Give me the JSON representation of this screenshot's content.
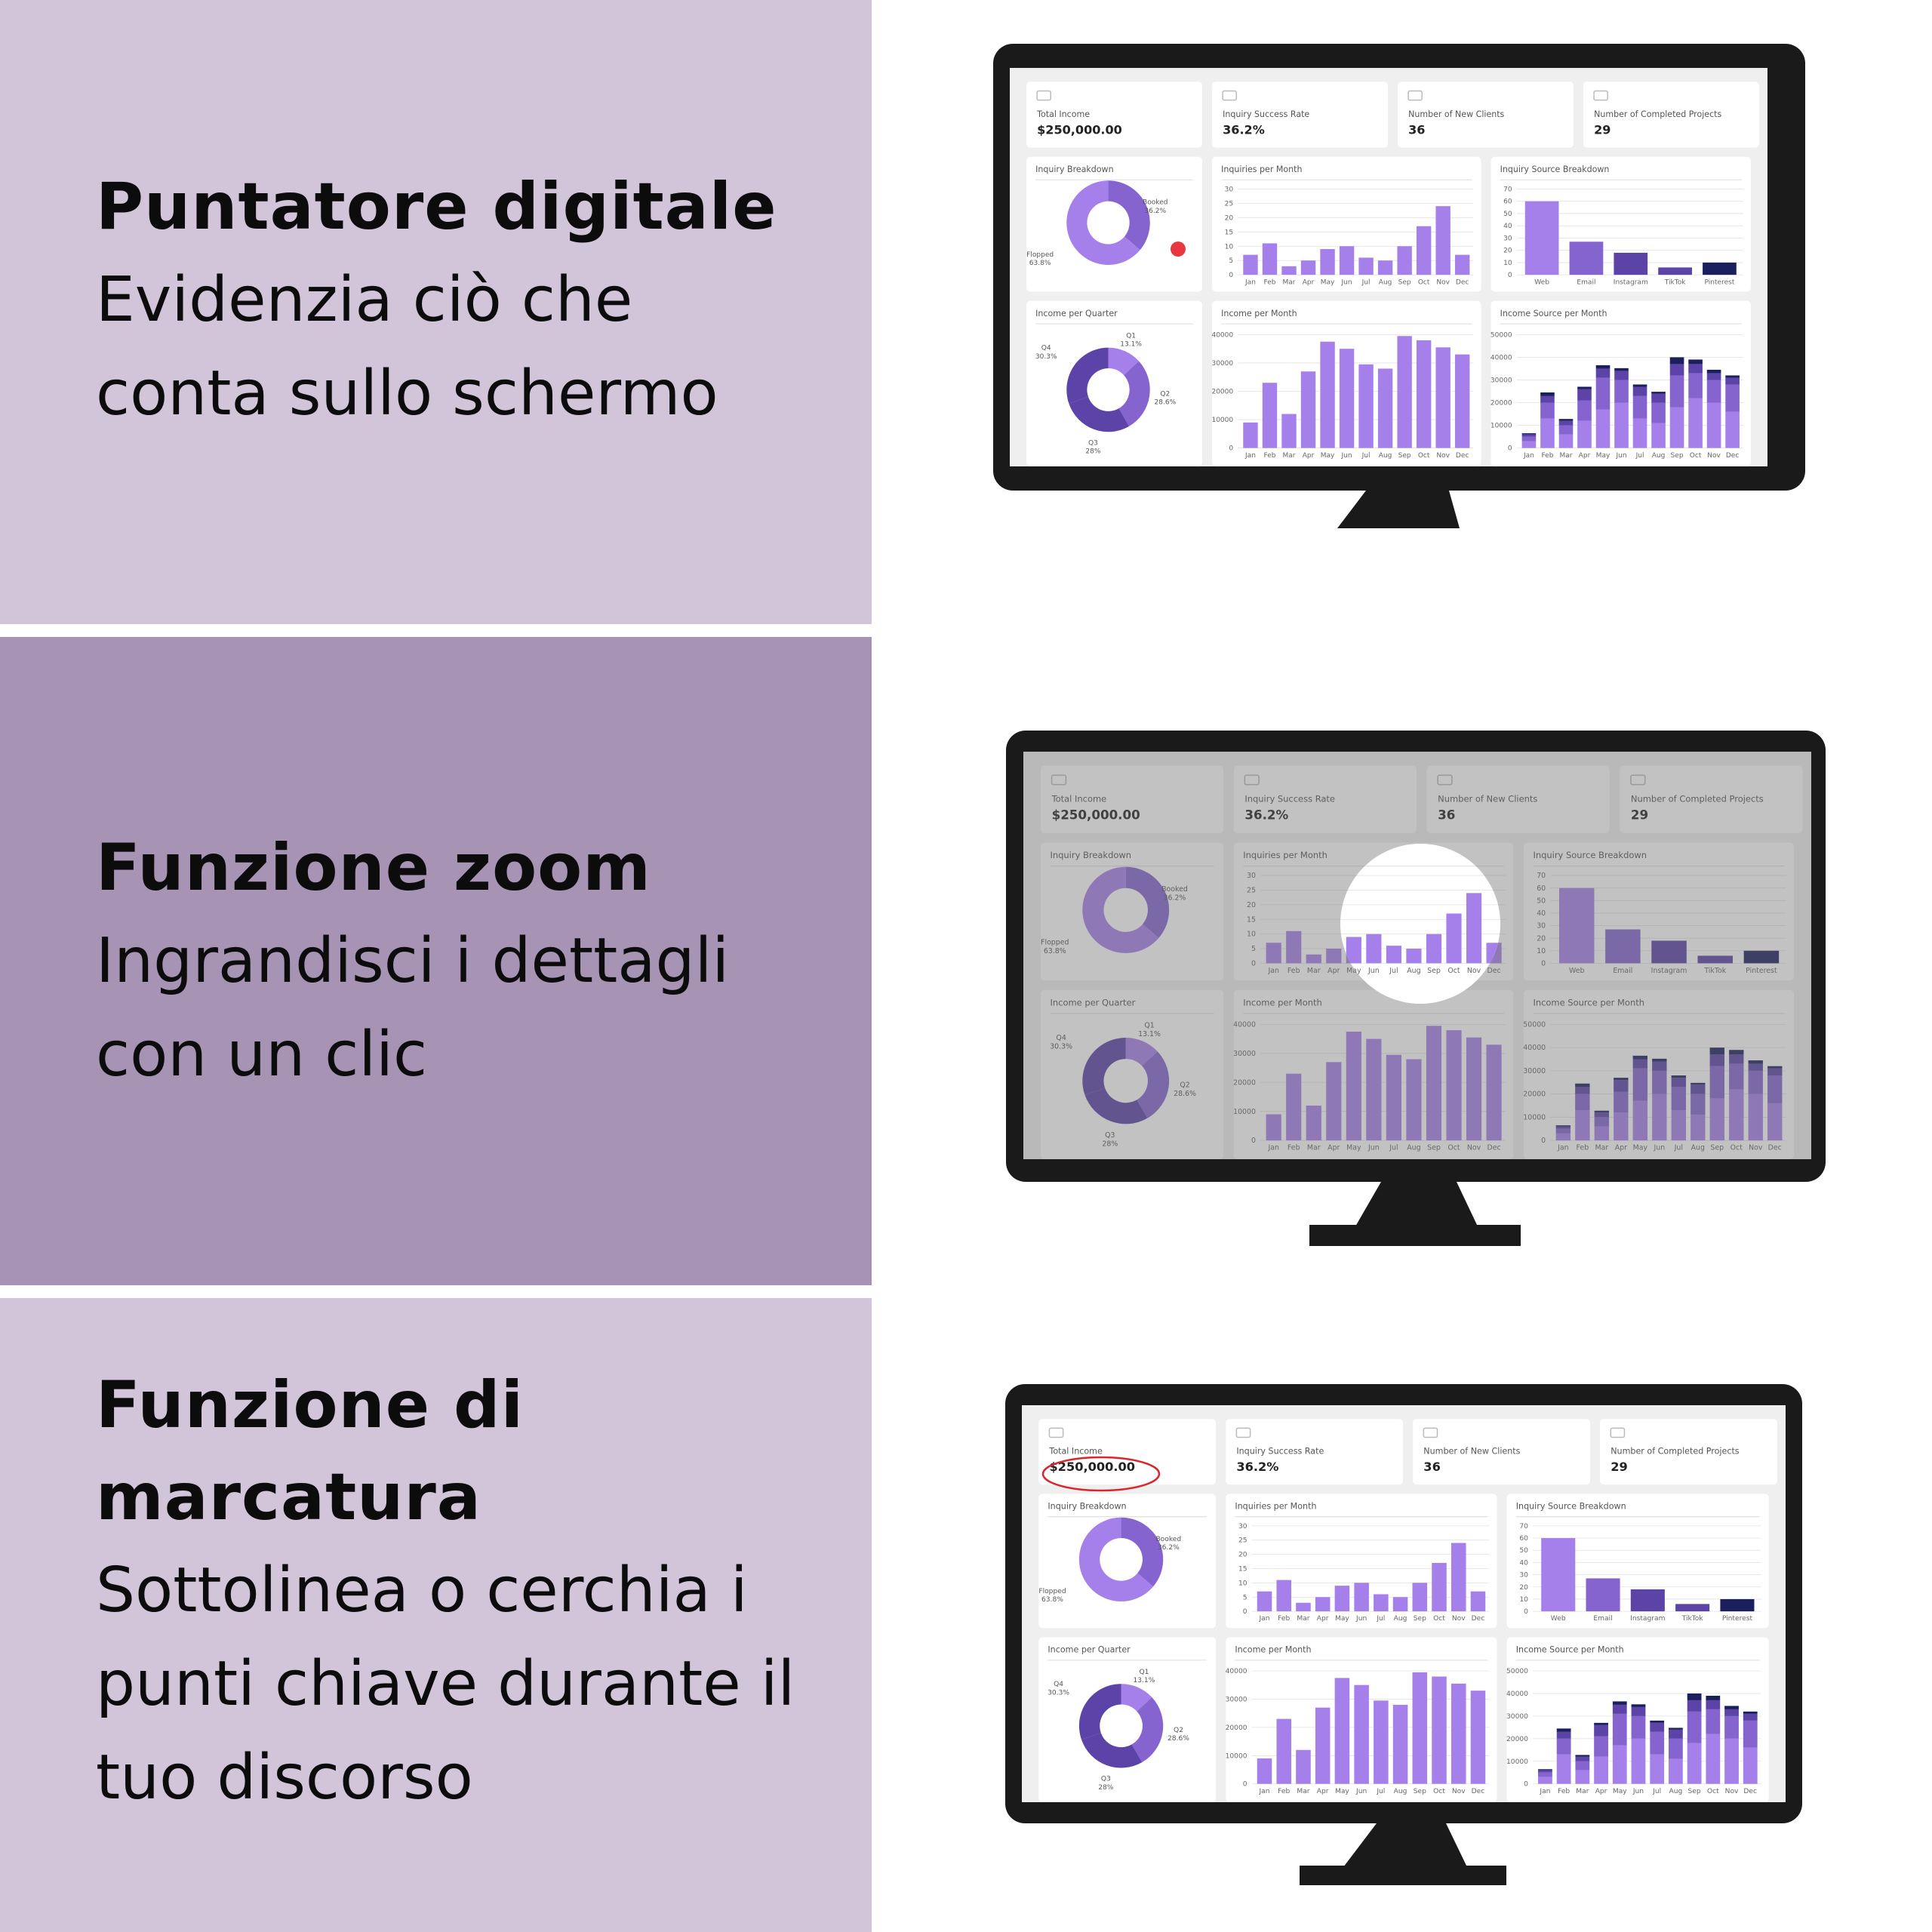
{
  "colors": {
    "panel_light": "#d2c4d9",
    "panel_dark": "#a793b4",
    "frame": "#1a1a1a",
    "screen": "#efefef",
    "card": "#ffffff",
    "bar_light": "#a580ea",
    "bar_mid": "#8664d0",
    "bar_dark": "#5b43a8",
    "bar_navy": "#1b1f5e",
    "pointer_dot": "#e8373f",
    "marker": "#d9262e"
  },
  "sections": [
    {
      "title_lines": [
        "Puntatore digitale"
      ],
      "subtitle_lines": [
        "Evidenzia ciò che",
        "conta sullo schermo"
      ]
    },
    {
      "title_lines": [
        "Funzione zoom"
      ],
      "subtitle_lines": [
        "Ingrandisci i dettagli",
        "con un clic"
      ]
    },
    {
      "title_lines": [
        "Funzione di",
        "marcatura"
      ],
      "subtitle_lines": [
        "Sottolinea o cerchia i",
        "punti chiave durante il",
        "tuo discorso"
      ]
    }
  ],
  "dashboard": {
    "kpis": [
      {
        "label": "Total Income",
        "value": "$250,000.00",
        "icon": "money-icon"
      },
      {
        "label": "Inquiry Success Rate",
        "value": "36.2%",
        "icon": "chart-up-icon"
      },
      {
        "label": "Number of New Clients",
        "value": "36",
        "icon": "user-icon"
      },
      {
        "label": "Number of Completed Projects",
        "value": "29",
        "icon": "checkbox-icon"
      }
    ],
    "months": [
      "Jan",
      "Feb",
      "Mar",
      "Apr",
      "May",
      "Jun",
      "Jul",
      "Aug",
      "Sep",
      "Oct",
      "Nov",
      "Dec"
    ],
    "inquiry_breakdown": {
      "title": "Inquiry Breakdown",
      "labels": [
        {
          "name": "Booked",
          "value": "36.2%"
        },
        {
          "name": "Flopped",
          "value": "63.8%"
        }
      ]
    },
    "inquiries_per_month": {
      "title": "Inquiries per Month",
      "yticks": [
        "30",
        "25",
        "20",
        "15",
        "10",
        "5",
        "0"
      ]
    },
    "inquiry_source": {
      "title": "Inquiry Source Breakdown",
      "yticks": [
        "70",
        "60",
        "50",
        "40",
        "30",
        "20",
        "10",
        "0"
      ],
      "categories": [
        "Web",
        "Email",
        "Instagram",
        "TikTok",
        "Pinterest"
      ]
    },
    "income_per_quarter": {
      "title": "Income per Quarter",
      "labels": [
        {
          "name": "Q1",
          "value": "13.1%"
        },
        {
          "name": "Q2",
          "value": "28.6%"
        },
        {
          "name": "Q3",
          "value": "28%"
        },
        {
          "name": "Q4",
          "value": "30.3%"
        }
      ]
    },
    "income_per_month": {
      "title": "Income per Month",
      "yticks": [
        "40000",
        "30000",
        "20000",
        "10000",
        "0"
      ]
    },
    "income_source": {
      "title": "Income Source per Month",
      "yticks": [
        "50000",
        "40000",
        "30000",
        "20000",
        "10000",
        "0"
      ]
    }
  },
  "chart_data": [
    {
      "type": "pie",
      "title": "Inquiry Breakdown",
      "categories": [
        "Booked",
        "Flopped"
      ],
      "values": [
        36.2,
        63.8
      ]
    },
    {
      "type": "bar",
      "title": "Inquiries per Month",
      "categories": [
        "Jan",
        "Feb",
        "Mar",
        "Apr",
        "May",
        "Jun",
        "Jul",
        "Aug",
        "Sep",
        "Oct",
        "Nov",
        "Dec"
      ],
      "values": [
        7,
        11,
        3,
        5,
        9,
        10,
        6,
        5,
        10,
        17,
        24,
        7
      ],
      "ylim": [
        0,
        30
      ]
    },
    {
      "type": "bar",
      "title": "Inquiry Source Breakdown",
      "categories": [
        "Web",
        "Email",
        "Instagram",
        "TikTok",
        "Pinterest"
      ],
      "values": [
        60,
        27,
        18,
        6,
        10
      ],
      "ylim": [
        0,
        70
      ]
    },
    {
      "type": "pie",
      "title": "Income per Quarter",
      "categories": [
        "Q1",
        "Q2",
        "Q3",
        "Q4"
      ],
      "values": [
        13.1,
        28.6,
        28,
        30.3
      ]
    },
    {
      "type": "bar",
      "title": "Income per Month",
      "categories": [
        "Jan",
        "Feb",
        "Mar",
        "Apr",
        "May",
        "Jun",
        "Jul",
        "Aug",
        "Sep",
        "Oct",
        "Nov",
        "Dec"
      ],
      "values": [
        9000,
        23000,
        12000,
        27000,
        37500,
        35000,
        29500,
        28000,
        39500,
        38000,
        35500,
        33000
      ],
      "ylim": [
        0,
        40000
      ]
    },
    {
      "type": "bar",
      "title": "Income Source per Month",
      "categories": [
        "Jan",
        "Feb",
        "Mar",
        "Apr",
        "May",
        "Jun",
        "Jul",
        "Aug",
        "Sep",
        "Oct",
        "Nov",
        "Dec"
      ],
      "series": [
        {
          "values": [
            3000,
            13000,
            6000,
            12000,
            17000,
            20000,
            13000,
            11000,
            18000,
            22000,
            20000,
            16000
          ]
        },
        {
          "values": [
            2000,
            7000,
            4000,
            9000,
            14000,
            10000,
            10000,
            9000,
            14000,
            11000,
            10000,
            12000
          ]
        },
        {
          "values": [
            1000,
            3000,
            2000,
            5000,
            4000,
            4000,
            4000,
            4000,
            5000,
            4000,
            3000,
            3000
          ]
        },
        {
          "values": [
            500,
            1500,
            800,
            1000,
            1500,
            1200,
            1000,
            800,
            3000,
            2000,
            1500,
            1000
          ]
        }
      ],
      "ylim": [
        0,
        50000
      ]
    }
  ]
}
